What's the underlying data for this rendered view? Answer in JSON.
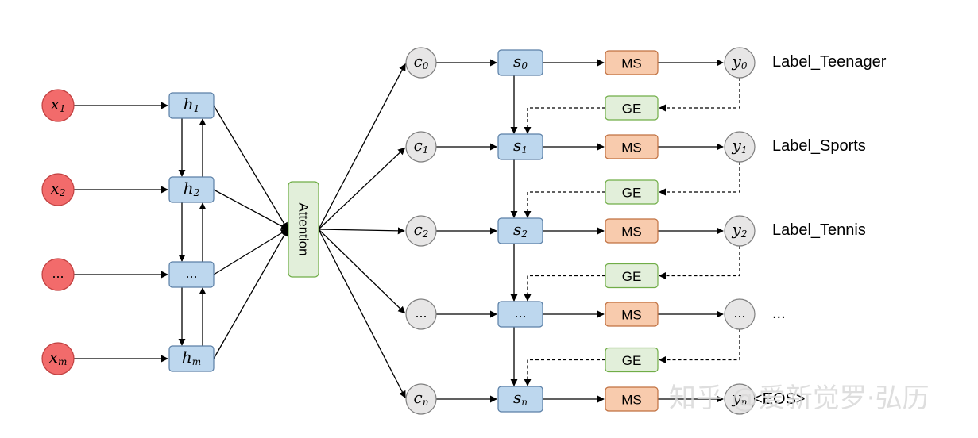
{
  "colors": {
    "input_fill": "#f26b6b",
    "input_stroke": "#c04040",
    "hidden_fill": "#bdd7ee",
    "hidden_stroke": "#5b7fa6",
    "attention_fill": "#e2efda",
    "attention_stroke": "#70ad47",
    "context_fill": "#e7e6e6",
    "context_stroke": "#7f7f7f",
    "ms_fill": "#f8cbad",
    "ms_stroke": "#c07040",
    "ge_fill": "#e2efda",
    "ge_stroke": "#70ad47",
    "output_fill": "#e7e6e6",
    "output_stroke": "#7f7f7f"
  },
  "inputs": [
    {
      "name": "x",
      "sub": "1"
    },
    {
      "name": "x",
      "sub": "2"
    },
    {
      "name": "...",
      "sub": ""
    },
    {
      "name": "x",
      "sub": "m"
    }
  ],
  "encoder_states": [
    {
      "name": "h",
      "sub": "1"
    },
    {
      "name": "h",
      "sub": "2"
    },
    {
      "name": "...",
      "sub": ""
    },
    {
      "name": "h",
      "sub": "m"
    }
  ],
  "attention_label": "Attention",
  "contexts": [
    {
      "name": "c",
      "sub": "0"
    },
    {
      "name": "c",
      "sub": "1"
    },
    {
      "name": "c",
      "sub": "2"
    },
    {
      "name": "...",
      "sub": ""
    },
    {
      "name": "c",
      "sub": "n"
    }
  ],
  "decoder_states": [
    {
      "name": "s",
      "sub": "0"
    },
    {
      "name": "s",
      "sub": "1"
    },
    {
      "name": "s",
      "sub": "2"
    },
    {
      "name": "...",
      "sub": ""
    },
    {
      "name": "s",
      "sub": "n"
    }
  ],
  "ms_label": "MS",
  "ge_label": "GE",
  "outputs": [
    {
      "name": "y",
      "sub": "0"
    },
    {
      "name": "y",
      "sub": "1"
    },
    {
      "name": "y",
      "sub": "2"
    },
    {
      "name": "...",
      "sub": ""
    },
    {
      "name": "y",
      "sub": "n"
    }
  ],
  "output_labels": [
    "Label_Teenager",
    "Label_Sports",
    "Label_Tennis",
    "...",
    "<EOS>"
  ],
  "watermark": "知乎 @爱新觉罗·弘历"
}
